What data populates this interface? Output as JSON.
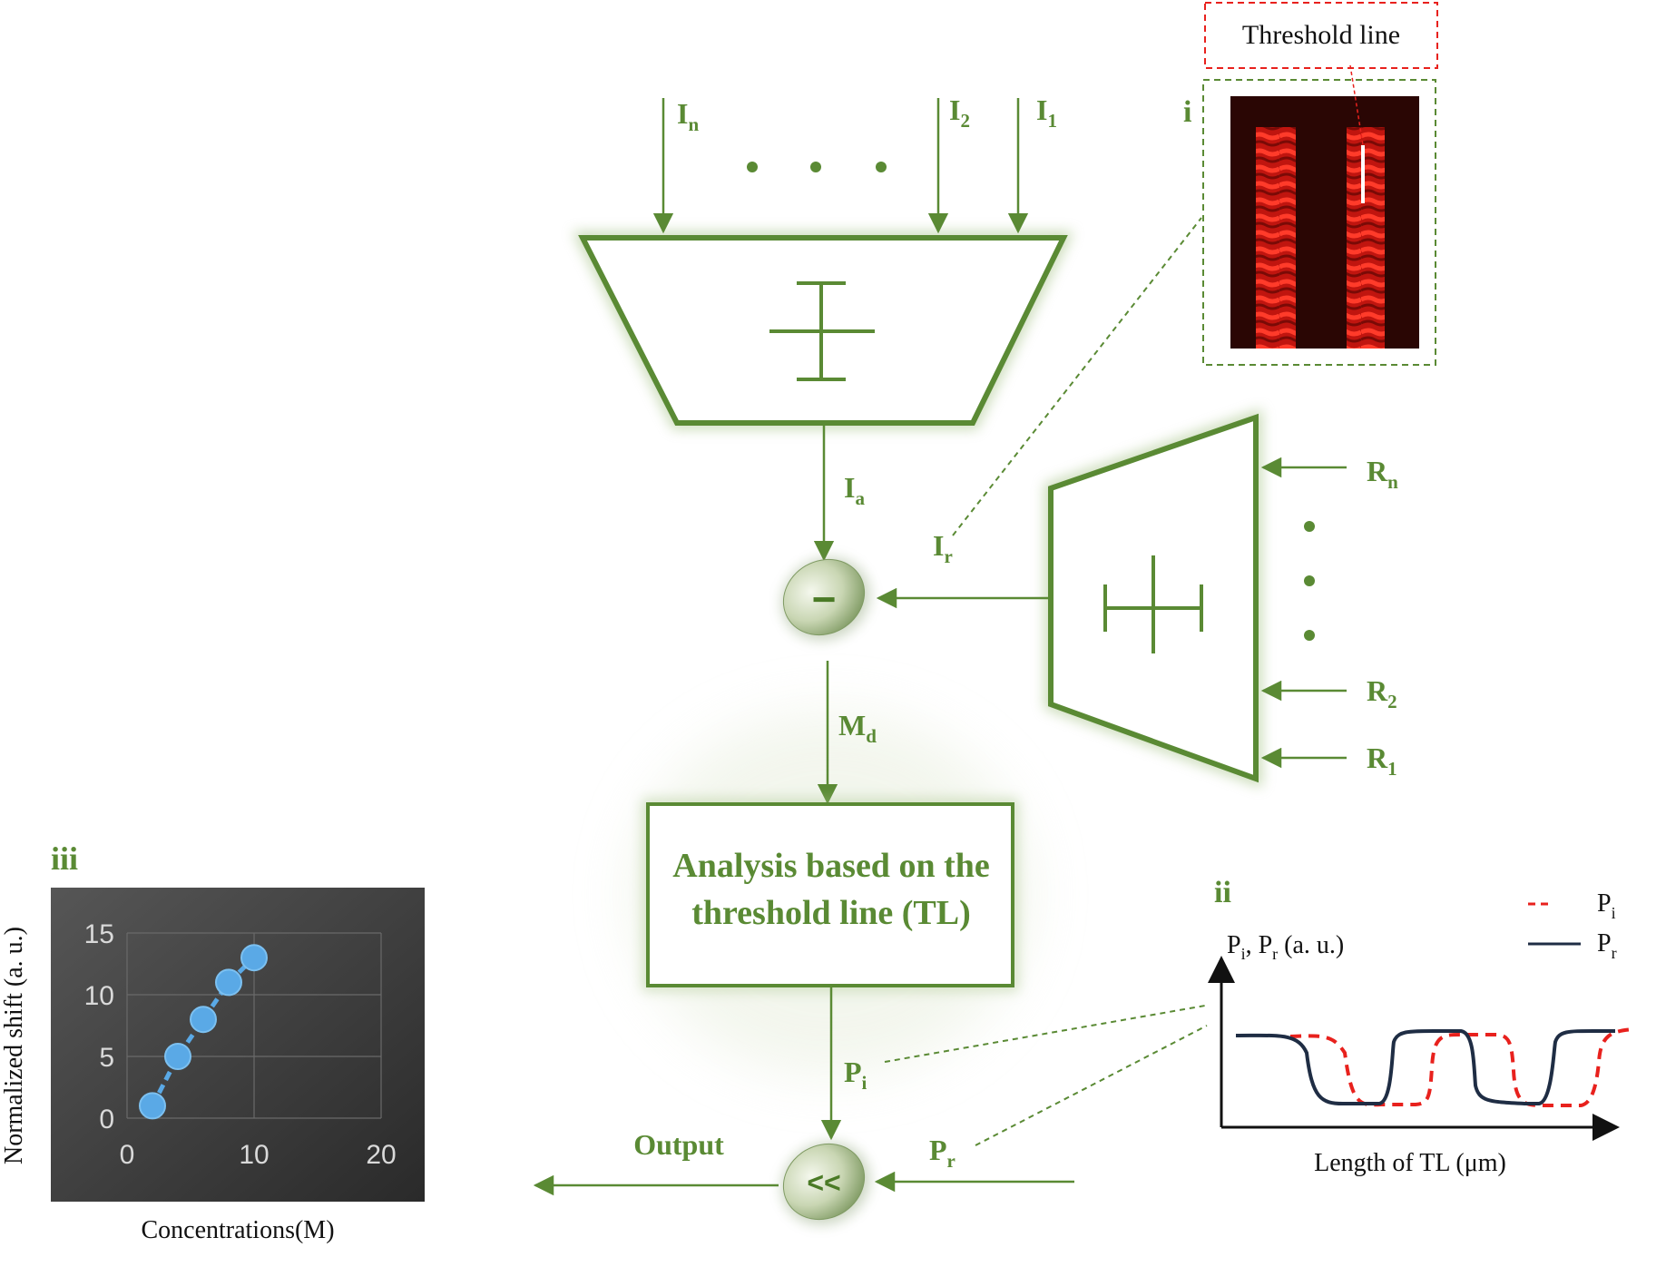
{
  "inputs": {
    "i_n": "I",
    "i_n_sub": "n",
    "i_2": "I",
    "i_2_sub": "2",
    "i_1": "I",
    "i_1_sub": "1"
  },
  "refs": {
    "r_n": "R",
    "r_n_sub": "n",
    "r_2": "R",
    "r_2_sub": "2",
    "r_1": "R",
    "r_1_sub": "1"
  },
  "signals": {
    "i_a": "I",
    "i_a_sub": "a",
    "i_r": "I",
    "i_r_sub": "r",
    "m_d": "M",
    "m_d_sub": "d",
    "p_i": "P",
    "p_i_sub": "i",
    "p_r": "P",
    "p_r_sub": "r",
    "output": "Output"
  },
  "operators": {
    "subtract": "−",
    "compare": "<<"
  },
  "analysis_box": {
    "line1": "Analysis based on the",
    "line2": "threshold line (TL)"
  },
  "panel_i": {
    "label": "i",
    "callout": "Threshold line"
  },
  "panel_ii": {
    "label": "ii",
    "ylabel": "P",
    "ylabel_sub1": "i",
    "ylabel_mid": ", P",
    "ylabel_sub2": "r",
    "ylabel_end": " (a. u.)",
    "xlabel": "Length of TL (μm)",
    "legend": [
      {
        "name": "P",
        "sub": "i",
        "color": "#e8211d",
        "style": "dashed"
      },
      {
        "name": "P",
        "sub": "r",
        "color": "#1f2d44",
        "style": "solid"
      }
    ]
  },
  "panel_iii": {
    "label": "iii",
    "chart_data": {
      "type": "line",
      "x": [
        2,
        4,
        6,
        8,
        10
      ],
      "values": [
        1,
        5,
        8,
        11,
        13
      ],
      "xlabel": "Concentrations(M)",
      "ylabel": "Normalized shift (a. u.)",
      "xlim": [
        0,
        20
      ],
      "ylim": [
        0,
        15
      ],
      "xticks": [
        "0",
        "10",
        "20"
      ],
      "yticks": [
        "0",
        "5",
        "10",
        "15"
      ],
      "grid": true,
      "color": "#5aa9e6"
    }
  },
  "colors": {
    "green": "#5a8a34",
    "dark_bg": "#3a3a3a",
    "red": "#e8211d",
    "navy": "#1f2d44"
  }
}
